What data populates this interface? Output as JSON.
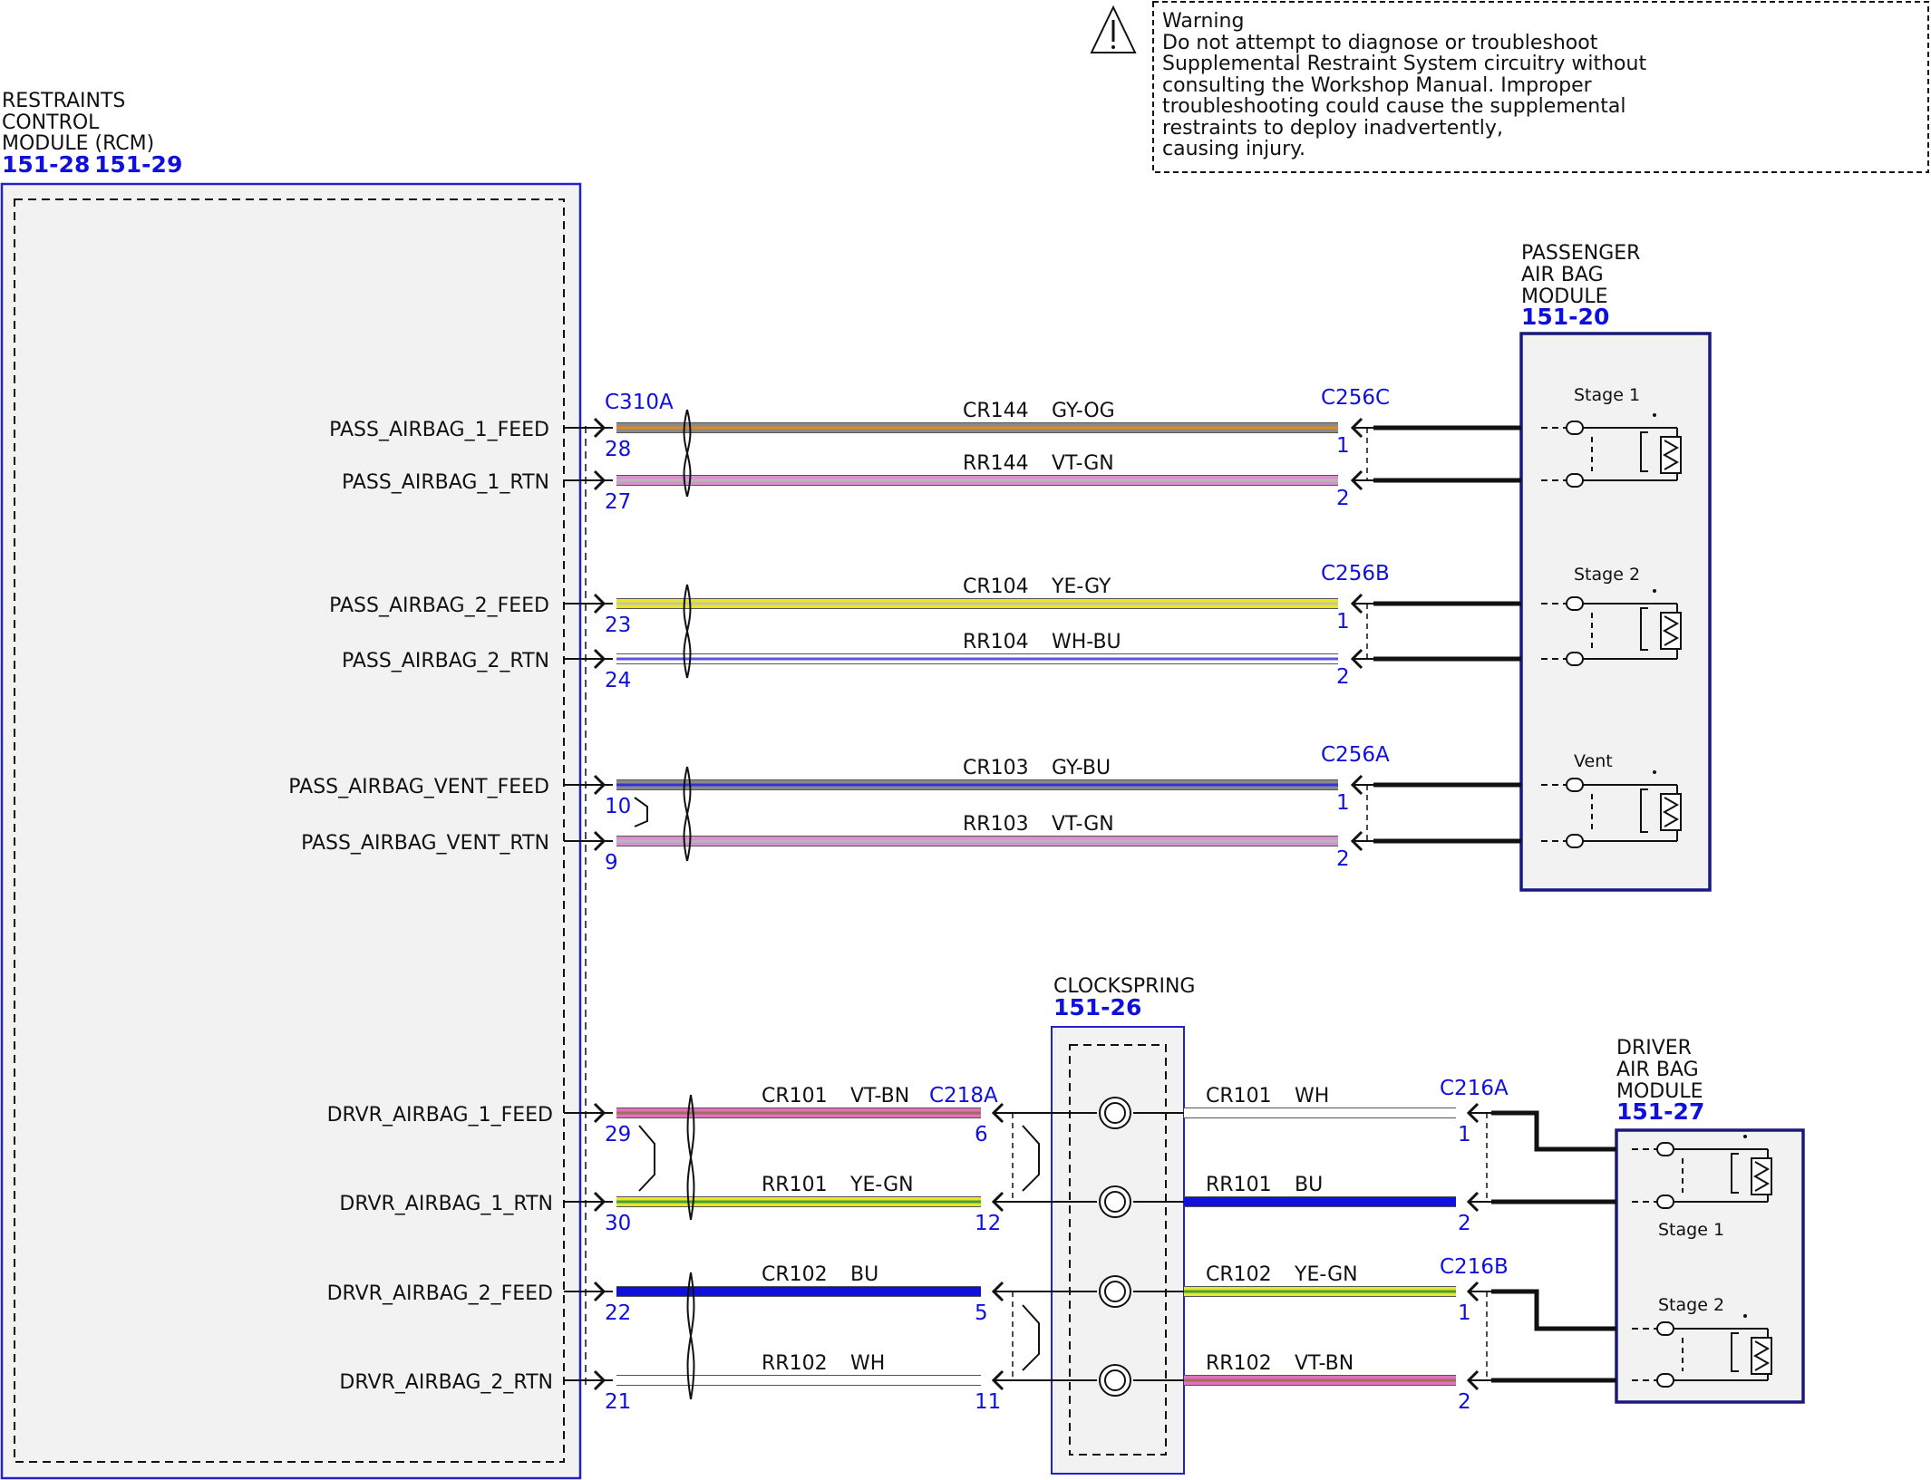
{
  "warning": {
    "title": "Warning",
    "lines": [
      "Do not attempt to diagnose or troubleshoot",
      "Supplemental Restraint System circuitry without",
      "consulting the Workshop Manual. Improper",
      "troubleshooting could cause the supplemental",
      "restraints to deploy inadvertently,",
      "causing injury."
    ]
  },
  "rcm": {
    "name_lines": [
      "RESTRAINTS",
      "CONTROL",
      "MODULE (RCM)"
    ],
    "refs": [
      "151-28",
      "151-29"
    ],
    "connector": "C310A"
  },
  "passenger_module": {
    "name_lines": [
      "PASSENGER",
      "AIR BAG",
      "MODULE"
    ],
    "ref": "151-20",
    "stages": [
      "Stage 1",
      "Stage 2",
      "Vent"
    ]
  },
  "clockspring": {
    "name": "CLOCKSPRING",
    "ref": "151-26"
  },
  "driver_module": {
    "name_lines": [
      "DRIVER",
      "AIR BAG",
      "MODULE"
    ],
    "ref": "151-27",
    "stages": [
      "Stage 1",
      "Stage 2"
    ]
  },
  "passenger_circuits": [
    {
      "signal": "PASS_AIRBAG_1_FEED",
      "pin": "28",
      "circuit": "CR144",
      "color_code": "GY-OG",
      "connector": "C256C",
      "far_pin": "1",
      "base": "#8a8a8a",
      "stripe": "#e08a1e"
    },
    {
      "signal": "PASS_AIRBAG_1_RTN",
      "pin": "27",
      "circuit": "RR144",
      "color_code": "VT-GN",
      "connector": "",
      "far_pin": "2",
      "base": "#d88fd0",
      "stripe": "#b8b8b8"
    },
    {
      "signal": "PASS_AIRBAG_2_FEED",
      "pin": "23",
      "circuit": "CR104",
      "color_code": "YE-GY",
      "connector": "C256B",
      "far_pin": "1",
      "base": "#e8e820",
      "stripe": "#c8c8a0"
    },
    {
      "signal": "PASS_AIRBAG_2_RTN",
      "pin": "24",
      "circuit": "RR104",
      "color_code": "WH-BU",
      "connector": "",
      "far_pin": "2",
      "base": "#ffffff",
      "stripe": "#5555ee"
    },
    {
      "signal": "PASS_AIRBAG_VENT_FEED",
      "pin": "10",
      "circuit": "CR103",
      "color_code": "GY-BU",
      "connector": "C256A",
      "far_pin": "1",
      "base": "#8a8a8a",
      "stripe": "#3333dd"
    },
    {
      "signal": "PASS_AIRBAG_VENT_RTN",
      "pin": "9",
      "circuit": "RR103",
      "color_code": "VT-GN",
      "connector": "",
      "far_pin": "2",
      "base": "#d88fd0",
      "stripe": "#b8b8b8"
    }
  ],
  "driver_circuits": [
    {
      "signal": "DRVR_AIRBAG_1_FEED",
      "pin": "29",
      "circuit": "CR101",
      "color_code": "VT-BN",
      "mid_connector": "C218A",
      "mid_pin": "6",
      "out_circuit": "CR101",
      "out_code": "WH",
      "out_connector": "C216A",
      "far_pin": "1",
      "base": "#e070c0",
      "stripe": "#a07050",
      "out_base": "#ffffff",
      "out_stripe": "#ffffff"
    },
    {
      "signal": "DRVR_AIRBAG_1_RTN",
      "pin": "30",
      "circuit": "RR101",
      "color_code": "YE-GN",
      "mid_connector": "",
      "mid_pin": "12",
      "out_circuit": "RR101",
      "out_code": "BU",
      "out_connector": "",
      "far_pin": "2",
      "base": "#e8e820",
      "stripe": "#40a040",
      "out_base": "#1010dd",
      "out_stripe": "#1010dd"
    },
    {
      "signal": "DRVR_AIRBAG_2_FEED",
      "pin": "22",
      "circuit": "CR102",
      "color_code": "BU",
      "mid_connector": "",
      "mid_pin": "5",
      "out_circuit": "CR102",
      "out_code": "YE-GN",
      "out_connector": "C216B",
      "far_pin": "1",
      "base": "#1010dd",
      "stripe": "#1010dd",
      "out_base": "#e8e820",
      "out_stripe": "#40a040"
    },
    {
      "signal": "DRVR_AIRBAG_2_RTN",
      "pin": "21",
      "circuit": "RR102",
      "color_code": "WH",
      "mid_connector": "",
      "mid_pin": "11",
      "out_circuit": "RR102",
      "out_code": "VT-BN",
      "out_connector": "",
      "far_pin": "2",
      "base": "#ffffff",
      "stripe": "#ffffff",
      "out_base": "#e070c0",
      "out_stripe": "#a07050"
    }
  ]
}
